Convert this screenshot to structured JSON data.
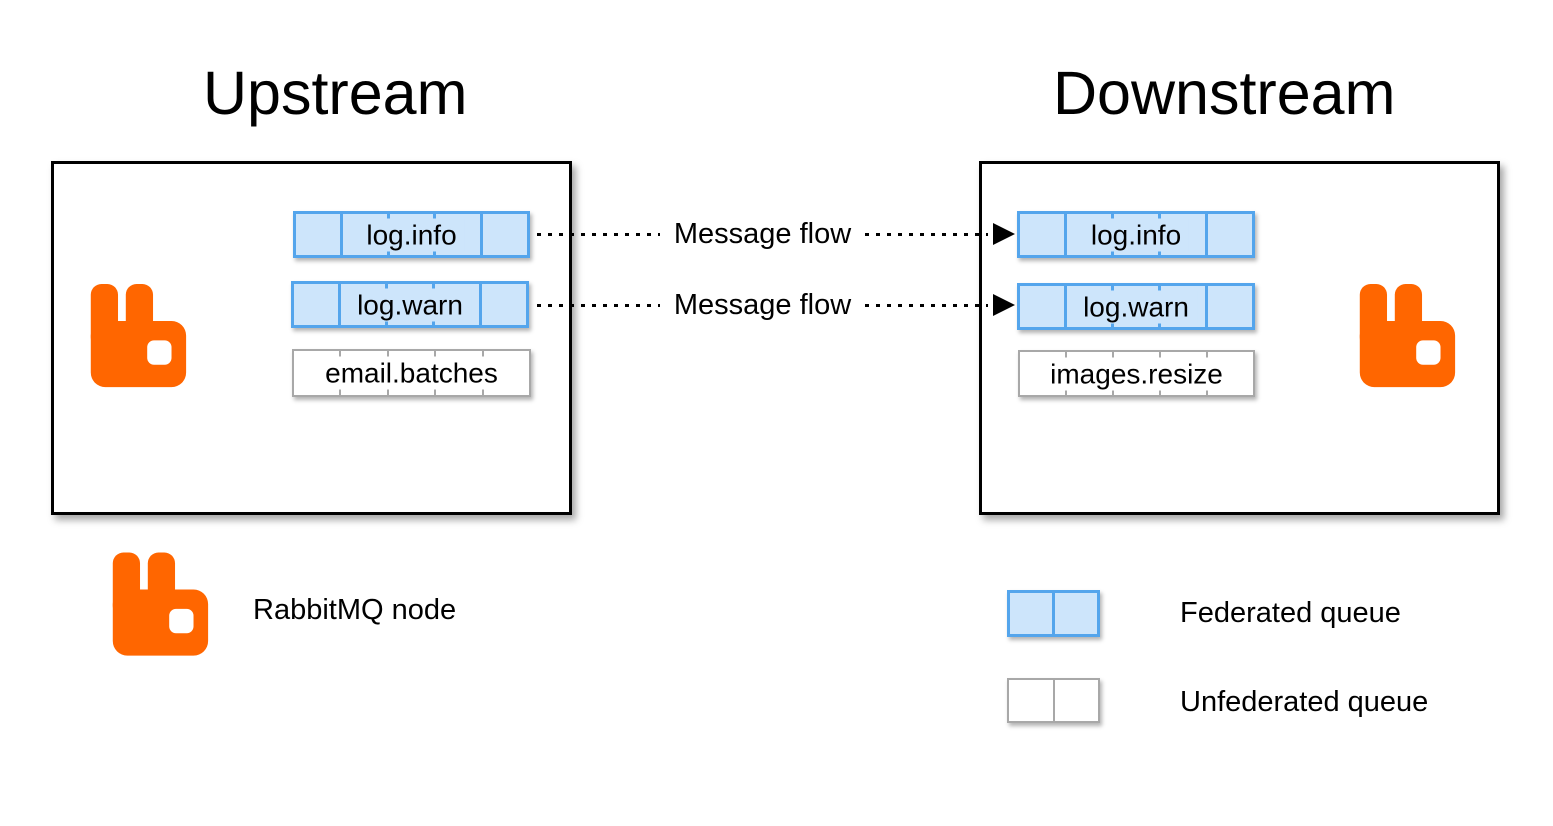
{
  "titles": {
    "upstream": "Upstream",
    "downstream": "Downstream"
  },
  "upstream": {
    "queues": [
      {
        "label": "log.info",
        "type": "federated"
      },
      {
        "label": "log.warn",
        "type": "federated"
      },
      {
        "label": "email.batches",
        "type": "unfederated"
      }
    ]
  },
  "downstream": {
    "queues": [
      {
        "label": "log.info",
        "type": "federated"
      },
      {
        "label": "log.warn",
        "type": "federated"
      },
      {
        "label": "images.resize",
        "type": "unfederated"
      }
    ]
  },
  "flows": [
    {
      "label": "Message flow"
    },
    {
      "label": "Message flow"
    }
  ],
  "legend": {
    "rabbitmq_node_label": "RabbitMQ node",
    "federated_queue_label": "Federated queue",
    "unfederated_queue_label": "Unfederated queue"
  },
  "icons": {
    "rabbitmq_logo": "rabbitmq-logo-icon",
    "arrowhead": "arrowhead-icon"
  },
  "colors": {
    "rabbit_orange": "#FF6600",
    "federated_fill": "#CDE5FB",
    "federated_border": "#54A5EC",
    "unfederated_fill": "#FFFFFF",
    "unfederated_border": "#A8A8A8"
  }
}
